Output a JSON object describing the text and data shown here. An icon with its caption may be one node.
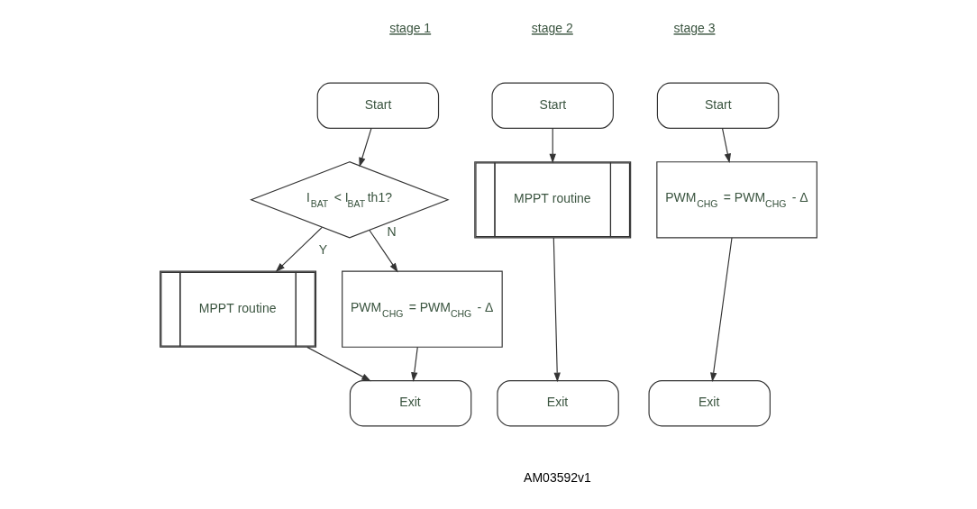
{
  "diagram": {
    "nodes": [
      {
        "text": [
          "Start"
        ]
      },
      {
        "text": [
          "I$_{BAT}$ < I$_{BAT}$th1?"
        ]
      },
      {
        "text": [
          "MPPT routine"
        ]
      },
      {
        "text": [
          "PWM$_{CHG}$ = PWM$_{CHG}$ - Δ"
        ]
      },
      {
        "text": [
          "Exit"
        ]
      },
      {
        "text": [
          "Start"
        ]
      },
      {
        "text": [
          "MPPT routine"
        ]
      },
      {
        "text": [
          "Exit"
        ]
      },
      {
        "text": [
          "Start"
        ]
      },
      {
        "text": [
          "PWM$_{CHG}$ = PWM$_{CHG}$ - Δ"
        ]
      },
      {
        "text": [
          "Exit"
        ]
      }
    ],
    "edges": [
      {
        "from": 0,
        "to": 1,
        "arrow": "to"
      },
      {
        "from": 1,
        "to": 2,
        "arrow": "to",
        "label": "Y"
      },
      {
        "from": 1,
        "to": 3,
        "arrow": "to",
        "label": "N"
      },
      {
        "from": 2,
        "to": 4,
        "arrow": "to"
      },
      {
        "from": 3,
        "to": 4,
        "arrow": "to"
      },
      {
        "from": 5,
        "to": 6,
        "arrow": "to"
      },
      {
        "from": 6,
        "to": 7,
        "arrow": "to"
      },
      {
        "from": 8,
        "to": 9,
        "arrow": "to"
      },
      {
        "from": 9,
        "to": 10,
        "arrow": "to"
      }
    ],
    "labels": [
      "stage 1",
      "stage 2",
      "stage 3",
      "AM03592v1"
    ]
  }
}
